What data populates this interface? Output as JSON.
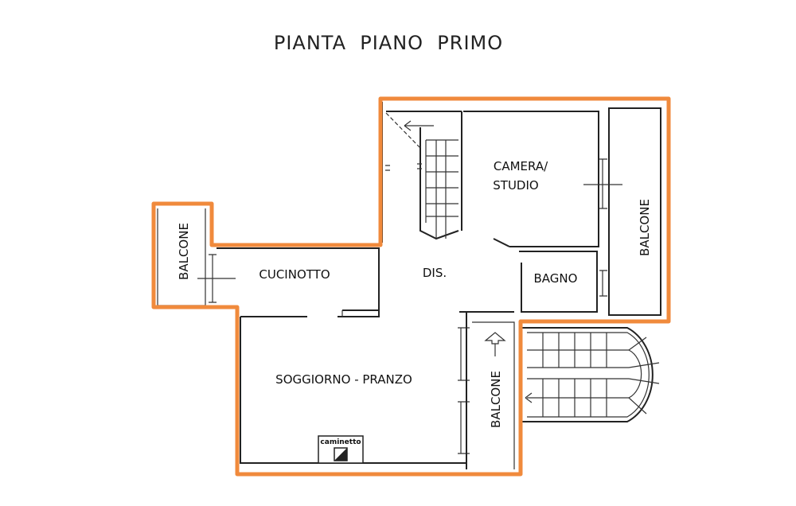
{
  "title": "PIANTA  PIANO  PRIMO",
  "colors": {
    "accent": "#f08a3c",
    "wall": "#222222"
  },
  "rooms": {
    "balcone_left": "BALCONE",
    "cucinotto": "CUCINOTTO",
    "dis": "DIS.",
    "camera_line1": "CAMERA/",
    "camera_line2": "STUDIO",
    "bagno": "BAGNO",
    "balcone_right": "BALCONE",
    "soggiorno": "SOGGIORNO - PRANZO",
    "balcone_bottom": "BALCONE"
  },
  "fireplace": {
    "label": "caminetto"
  }
}
